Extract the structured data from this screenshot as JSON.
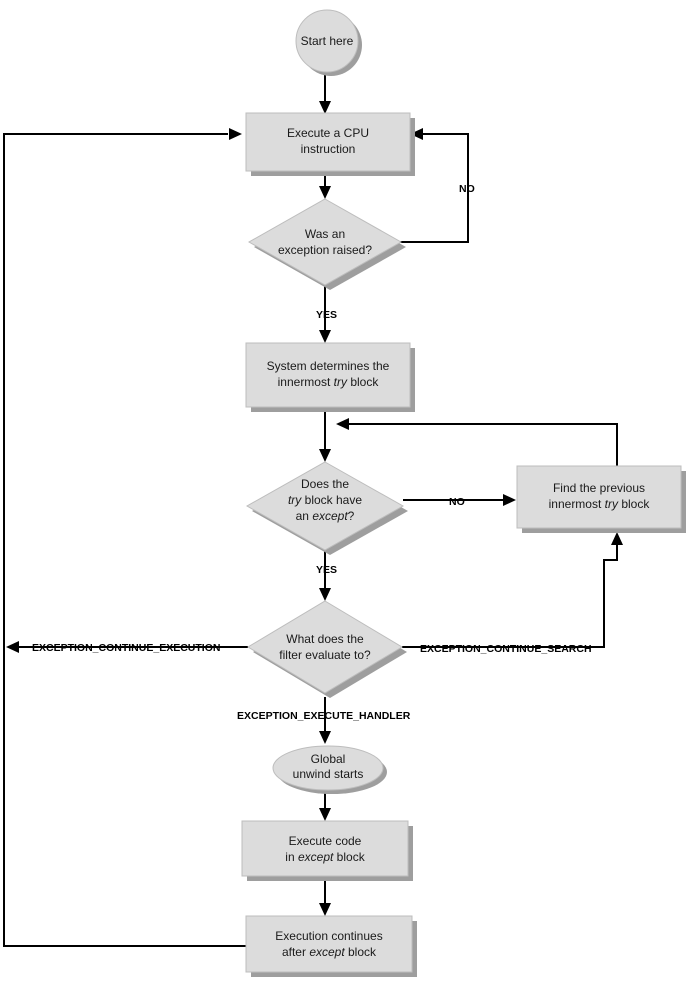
{
  "nodes": {
    "start": [
      "Start here"
    ],
    "execute_cpu": [
      "Execute a CPU",
      "instruction"
    ],
    "was_exception": [
      "Was an",
      "exception raised?"
    ],
    "determine_try": [
      "System determines the",
      "innermost ",
      "try",
      " block"
    ],
    "does_try_have": [
      "Does the",
      "try",
      " block have",
      "an ",
      "except",
      "?"
    ],
    "find_previous": [
      "Find the previous",
      "innermost ",
      "try",
      " block"
    ],
    "filter_eval": [
      "What does the",
      "filter evaluate to?"
    ],
    "global_unwind": [
      "Global",
      "unwind starts"
    ],
    "execute_except": [
      "Execute code",
      "in ",
      "except",
      " block"
    ],
    "continue_after": [
      "Execution continues",
      "after ",
      "except",
      " block"
    ]
  },
  "edges": {
    "no_loop": "NO",
    "yes_exception": "YES",
    "no_except": "NO",
    "yes_except": "YES",
    "continue_execution": "EXCEPTION_CONTINUE_EXECUTION",
    "continue_search": "EXCEPTION_CONTINUE_SEARCH",
    "execute_handler": "EXCEPTION_EXECUTE_HANDLER"
  }
}
